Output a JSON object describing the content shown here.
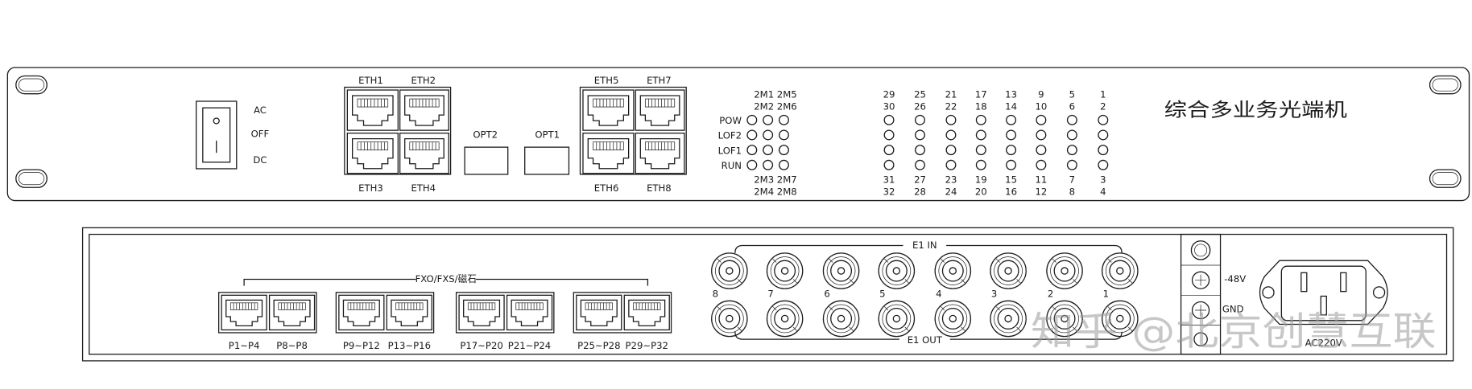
{
  "front_panel": {
    "switch_labels": [
      "AC",
      "OFF",
      "DC"
    ],
    "eth_left": {
      "top": [
        "ETH1",
        "ETH2"
      ],
      "bottom": [
        "ETH3",
        "ETH4"
      ]
    },
    "eth_right": {
      "top": [
        "ETH5",
        "ETH7"
      ],
      "bottom": [
        "ETH6",
        "ETH8"
      ]
    },
    "optical_ports": [
      "OPT2",
      "OPT1"
    ],
    "status_leds": {
      "header": [
        "2M1 2M5",
        "2M2 2M6"
      ],
      "rows": [
        "POW",
        "LOF2",
        "LOF1",
        "RUN"
      ],
      "footer": [
        "2M3 2M7",
        "2M4 2M8"
      ]
    },
    "channel_leds": {
      "header_1": [
        "29",
        "25",
        "21",
        "17",
        "13",
        "9",
        "5",
        "1"
      ],
      "header_2": [
        "30",
        "26",
        "22",
        "18",
        "14",
        "10",
        "6",
        "2"
      ],
      "footer_1": [
        "31",
        "27",
        "23",
        "19",
        "15",
        "11",
        "7",
        "3"
      ],
      "footer_2": [
        "32",
        "28",
        "24",
        "20",
        "16",
        "12",
        "8",
        "4"
      ]
    },
    "title": "综合多业务光端机"
  },
  "rear_panel": {
    "phone_ports_label": "FXO/FXS/磁石",
    "phone_ports": [
      "P1~P4",
      "P8~P8",
      "P9~P12",
      "P13~P16",
      "P17~P20",
      "P21~P24",
      "P25~P28",
      "P29~P32"
    ],
    "e1_in_label": "E1 IN",
    "e1_out_label": "E1 OUT",
    "e1_channels": [
      "8",
      "7",
      "6",
      "5",
      "4",
      "3",
      "2",
      "1"
    ],
    "dc_power_labels": [
      "-48V",
      "GND"
    ],
    "ac_power_label": "AC220V"
  },
  "watermark": "知乎 @北京创慧互联"
}
